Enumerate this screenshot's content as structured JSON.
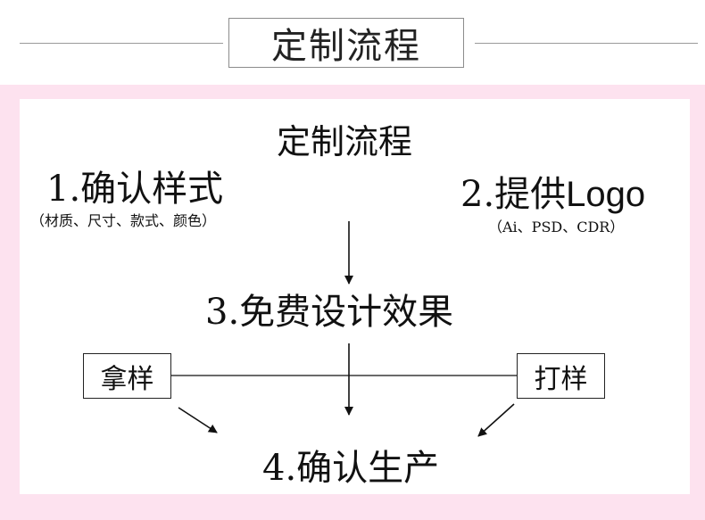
{
  "header": {
    "title": "定制流程"
  },
  "diagram": {
    "title": "定制流程",
    "step1": {
      "label": "1.确认样式",
      "note": "（材质、尺寸、款式、颜色）"
    },
    "step2": {
      "number": "2.",
      "label_cn": "提供",
      "label_en": "Logo",
      "note": "（Ai、PSD、CDR）"
    },
    "step3": {
      "label": "3.免费设计效果"
    },
    "left_option": "拿样",
    "right_option": "打样",
    "step4": {
      "label": "4.确认生产"
    }
  }
}
